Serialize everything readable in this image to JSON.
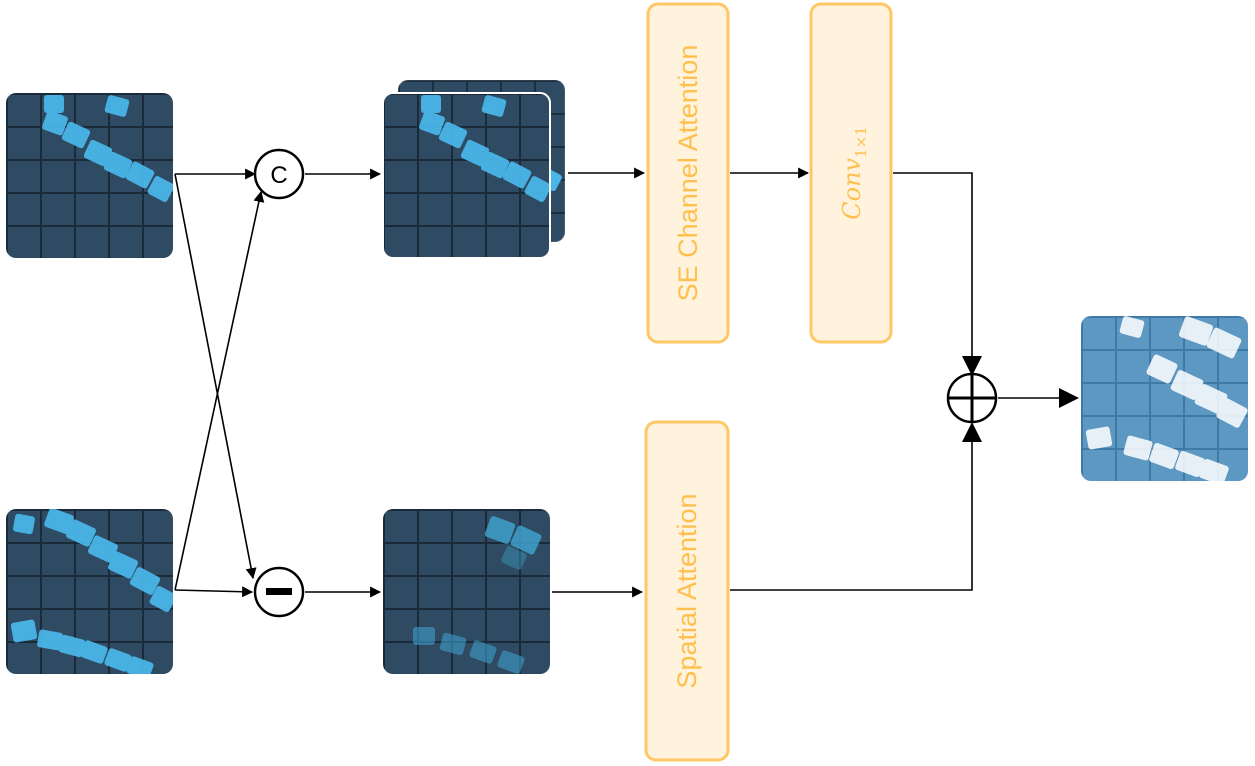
{
  "blocks": {
    "se_channel_attention": "SE Channel Attention",
    "conv": "Conv",
    "conv_subscript": "1×1",
    "spatial_attention": "Spatial Attention"
  },
  "operators": {
    "concat": "C"
  },
  "colors": {
    "block_border": "#ffc766",
    "block_fill": "#fff3de",
    "block_text": "#ffbf4d",
    "feature_dark": "#2f4b63",
    "feature_cyan": "#49b6e8",
    "feature_output": "#5c98c2"
  }
}
